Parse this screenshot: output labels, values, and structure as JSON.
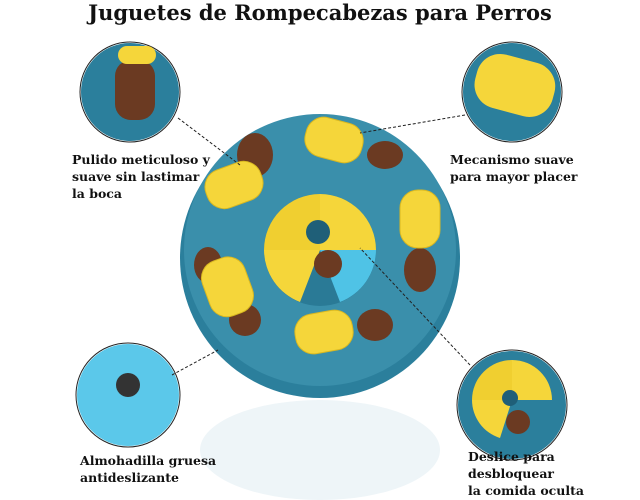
{
  "title": "Juguetes de Rompecabezas para Perros",
  "features": [
    {
      "lines": [
        "Pulido meticuloso y",
        "suave sin lastimar",
        "la boca"
      ]
    },
    {
      "lines": [
        "Mecanismo suave",
        "para mayor placer"
      ]
    },
    {
      "lines": [
        "Almohadilla gruesa",
        "antideslizante"
      ]
    },
    {
      "lines": [
        "Deslice para",
        "desbloquear",
        "la comida oculta"
      ]
    }
  ],
  "colors": {
    "teal": "#2b7f9c",
    "yellow": "#f5d63a",
    "kibble": "#6b3a22",
    "light_blue": "#4fc3e6"
  }
}
